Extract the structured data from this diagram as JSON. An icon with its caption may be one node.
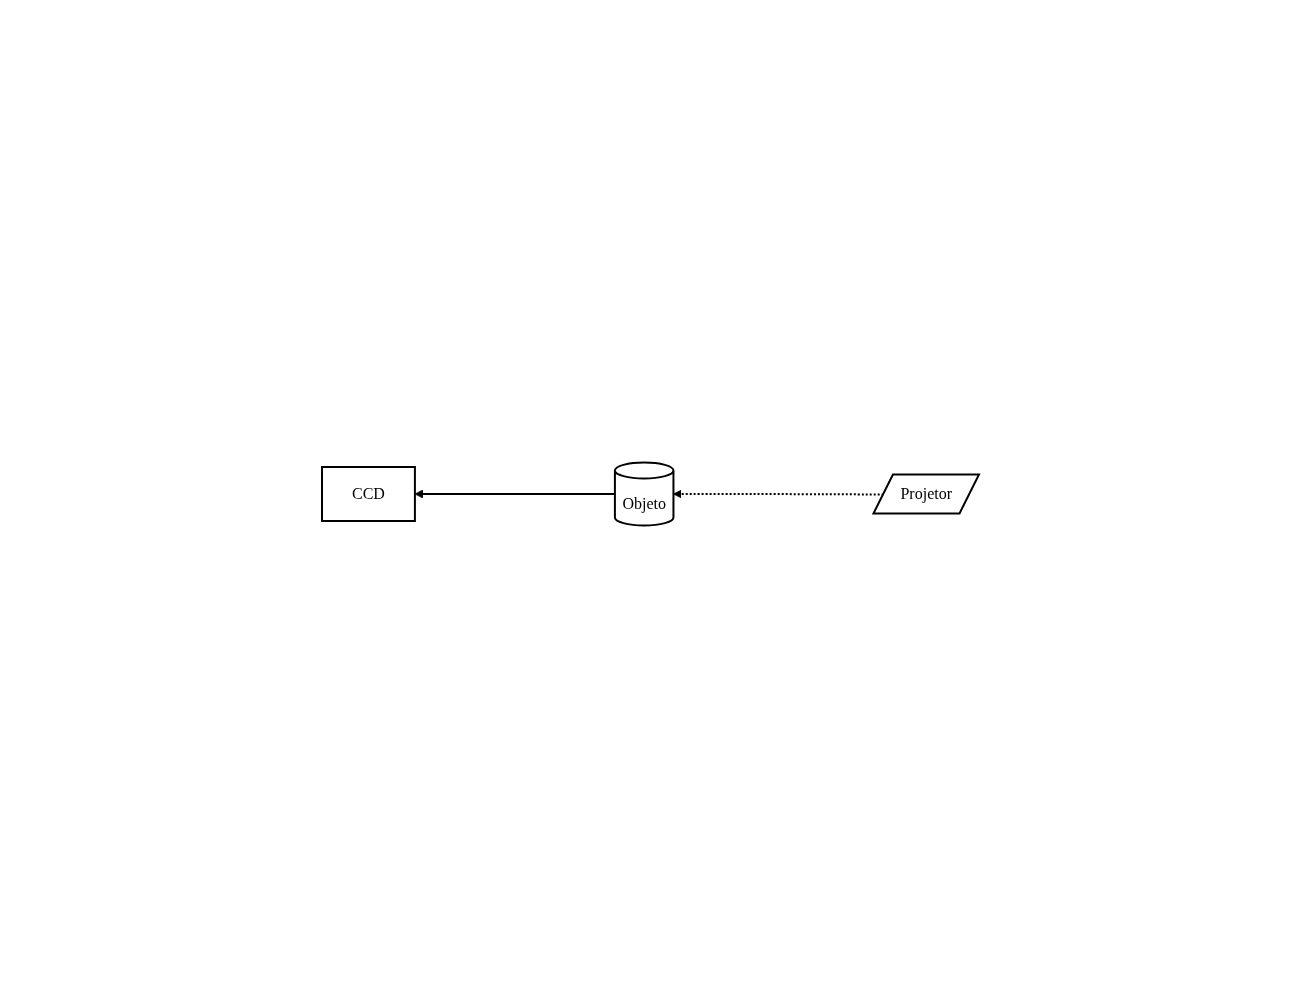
{
  "diagram": {
    "nodes": [
      {
        "text": [
          "CCD"
        ]
      },
      {
        "text": [
          "Objeto"
        ]
      },
      {
        "text": [
          "Projetor"
        ]
      }
    ],
    "edges": [
      {
        "from": 1,
        "to": 0,
        "arrow": "to"
      },
      {
        "from": 2,
        "to": 1,
        "arrow": "to",
        "style": "dashed"
      }
    ]
  }
}
